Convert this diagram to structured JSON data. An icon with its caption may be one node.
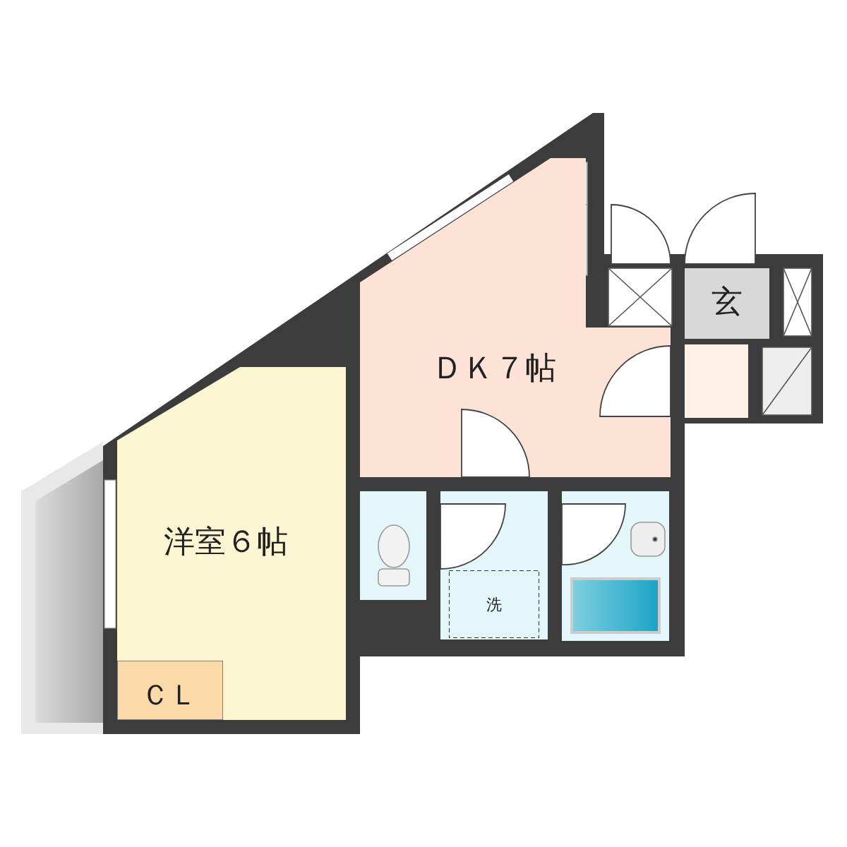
{
  "diagram": {
    "nodes": [
      {
        "text": [
          "洋室６帖"
        ]
      },
      {
        "text": [
          "ＣＬ"
        ],
        "in": 0
      },
      {
        "text": [
          "ＤＫ７帖"
        ]
      },
      {
        "text": [
          "玄"
        ]
      },
      {
        "text": [
          "洗"
        ]
      }
    ]
  }
}
